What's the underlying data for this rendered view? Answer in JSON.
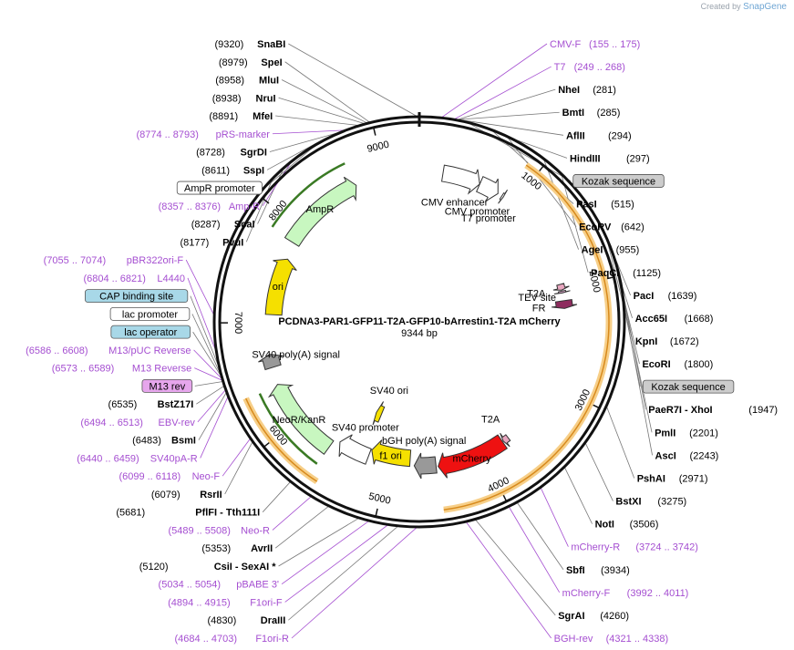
{
  "brand": {
    "prefix": "Created by",
    "name": "SnapGene"
  },
  "plasmid": {
    "name": "PCDNA3-PAR1-GFP11-T2A-GFP10-bArrestin1-T2A mCherry",
    "length": "9344 bp",
    "total_bp": 9344
  },
  "ticks": [
    {
      "label": "1000",
      "bp": 1000
    },
    {
      "label": "2000",
      "bp": 2000
    },
    {
      "label": "3000",
      "bp": 3000
    },
    {
      "label": "4000",
      "bp": 4000
    },
    {
      "label": "5000",
      "bp": 5000
    },
    {
      "label": "6000",
      "bp": 6000
    },
    {
      "label": "7000",
      "bp": 7000
    },
    {
      "label": "8000",
      "bp": 8000
    },
    {
      "label": "9000",
      "bp": 9000
    }
  ],
  "features": [
    {
      "label": "CMV enhancer",
      "start": 235,
      "end": 614,
      "color": "#ffffff"
    },
    {
      "label": "CMV promoter",
      "start": 615,
      "end": 818,
      "color": "#ffffff"
    },
    {
      "label": "T7 promoter",
      "start": 863,
      "end": 881,
      "color": "#ffffff"
    },
    {
      "label": "T2A",
      "start": 1950,
      "end": 2010,
      "color": "#e8a6bf"
    },
    {
      "label": "TEV site",
      "start": 2020,
      "end": 2040,
      "color": "#cfa0c0"
    },
    {
      "label": "FR",
      "start": 2120,
      "end": 2200,
      "color": "#8e2c5e"
    },
    {
      "label": "T2A",
      "start": 3700,
      "end": 3760,
      "color": "#e8a6bf"
    },
    {
      "label": "mCherry",
      "start": 3770,
      "end": 4480,
      "color": "#ee1111"
    },
    {
      "label": "bGH poly(A) signal",
      "start": 4500,
      "end": 4725,
      "color": "#999999"
    },
    {
      "label": "f1 ori",
      "start": 4771,
      "end": 5200,
      "color": "#f5e000"
    },
    {
      "label": "SV40 promoter",
      "start": 5210,
      "end": 5540,
      "color": "#ffffff"
    },
    {
      "label": "NeoR/KanR",
      "start": 5600,
      "end": 6390,
      "color": "#c8f7c0"
    },
    {
      "label": "SV40 poly(A) signal",
      "start": 6560,
      "end": 6690,
      "color": "#999999"
    },
    {
      "label": "ori",
      "start": 7080,
      "end": 7668,
      "color": "#f5e000"
    },
    {
      "label": "AmpR",
      "start": 7840,
      "end": 8700,
      "color": "#c8f7c0"
    },
    {
      "label": "SV40 ori",
      "start": 5250,
      "end": 5330,
      "color": "#f5e000"
    }
  ],
  "sites": [
    {
      "name": "SnaBI",
      "pos": "(9320)",
      "bp": 9320
    },
    {
      "name": "SpeI",
      "pos": "(8979)",
      "bp": 8979
    },
    {
      "name": "MluI",
      "pos": "(8958)",
      "bp": 8958
    },
    {
      "name": "NruI",
      "pos": "(8938)",
      "bp": 8938
    },
    {
      "name": "MfeI",
      "pos": "(8891)",
      "bp": 8891
    },
    {
      "name": "SgrDI",
      "pos": "(8728)",
      "bp": 8728
    },
    {
      "name": "SspI",
      "pos": "(8611)",
      "bp": 8611
    },
    {
      "name": "ScaI",
      "pos": "(8287)",
      "bp": 8287
    },
    {
      "name": "PvuI",
      "pos": "(8177)",
      "bp": 8177
    },
    {
      "name": "NheI",
      "pos": "(281)",
      "bp": 281
    },
    {
      "name": "BmtI",
      "pos": "(285)",
      "bp": 285
    },
    {
      "name": "AflII",
      "pos": "(294)",
      "bp": 294
    },
    {
      "name": "HindIII",
      "pos": "(297)",
      "bp": 297
    },
    {
      "name": "PasI",
      "pos": "(515)",
      "bp": 515
    },
    {
      "name": "EcoRV",
      "pos": "(642)",
      "bp": 642
    },
    {
      "name": "AgeI",
      "pos": "(955)",
      "bp": 955
    },
    {
      "name": "PaqCI",
      "pos": "(1125)",
      "bp": 1125
    },
    {
      "name": "PacI",
      "pos": "(1639)",
      "bp": 1639
    },
    {
      "name": "Acc65I",
      "pos": "(1668)",
      "bp": 1668
    },
    {
      "name": "KpnI",
      "pos": "(1672)",
      "bp": 1672
    },
    {
      "name": "EcoRI",
      "pos": "(1800)",
      "bp": 1800
    },
    {
      "name": "PaeR7I - XhoI",
      "pos": "(1947)",
      "bp": 1947
    },
    {
      "name": "PmlI",
      "pos": "(2201)",
      "bp": 2201
    },
    {
      "name": "AscI",
      "pos": "(2243)",
      "bp": 2243
    },
    {
      "name": "PshAI",
      "pos": "(2971)",
      "bp": 2971
    },
    {
      "name": "BstXI",
      "pos": "(3275)",
      "bp": 3275
    },
    {
      "name": "NotI",
      "pos": "(3506)",
      "bp": 3506
    },
    {
      "name": "SbfI",
      "pos": "(3934)",
      "bp": 3934
    },
    {
      "name": "SgrAI",
      "pos": "(4260)",
      "bp": 4260
    },
    {
      "name": "DraIII",
      "pos": "(4830)",
      "bp": 4830
    },
    {
      "name": "CsiI - SexAI *",
      "pos": "(5120)",
      "bp": 5120
    },
    {
      "name": "AvrII",
      "pos": "(5353)",
      "bp": 5353
    },
    {
      "name": "PflFI - Tth111I",
      "pos": "(5681)",
      "bp": 5681
    },
    {
      "name": "RsrII",
      "pos": "(6079)",
      "bp": 6079
    },
    {
      "name": "BsmI",
      "pos": "(6483)",
      "bp": 6483
    },
    {
      "name": "BstZ17I",
      "pos": "(6535)",
      "bp": 6535
    }
  ],
  "primers": [
    {
      "name": "CMV-F",
      "pos": "(155 .. 175)",
      "bp": 165
    },
    {
      "name": "T7",
      "pos": "(249 .. 268)",
      "bp": 258
    },
    {
      "name": "pRS-marker",
      "pos": "(8774 .. 8793)",
      "bp": 8783
    },
    {
      "name": "Amp-R",
      "pos": "(8357 .. 8376)",
      "bp": 8366
    },
    {
      "name": "pBR322ori-F",
      "pos": "(7055 .. 7074)",
      "bp": 7064
    },
    {
      "name": "L4440",
      "pos": "(6804 .. 6821)",
      "bp": 6812
    },
    {
      "name": "M13/pUC Reverse",
      "pos": "(6586 .. 6608)",
      "bp": 6597
    },
    {
      "name": "M13 Reverse",
      "pos": "(6573 .. 6589)",
      "bp": 6581
    },
    {
      "name": "EBV-rev",
      "pos": "(6494 .. 6513)",
      "bp": 6503
    },
    {
      "name": "SV40pA-R",
      "pos": "(6440 .. 6459)",
      "bp": 6450
    },
    {
      "name": "Neo-F",
      "pos": "(6099 .. 6118)",
      "bp": 6108
    },
    {
      "name": "Neo-R",
      "pos": "(5489 .. 5508)",
      "bp": 5498
    },
    {
      "name": "pBABE 3'",
      "pos": "(5034 .. 5054)",
      "bp": 5044
    },
    {
      "name": "F1ori-F",
      "pos": "(4894 .. 4915)",
      "bp": 4904
    },
    {
      "name": "F1ori-R",
      "pos": "(4684 .. 4703)",
      "bp": 4693
    },
    {
      "name": "BGH-rev",
      "pos": "(4321 .. 4338)",
      "bp": 4329
    },
    {
      "name": "mCherry-F",
      "pos": "(3992 .. 4011)",
      "bp": 4001
    },
    {
      "name": "mCherry-R",
      "pos": "(3724 .. 3742)",
      "bp": 3733
    }
  ],
  "boxed": [
    {
      "label": "Kozak sequence",
      "bp": 330,
      "color": "#cccccc"
    },
    {
      "label": "Kozak sequence",
      "bp": 1815,
      "color": "#cccccc"
    },
    {
      "label": "AmpR promoter",
      "bp": 8600,
      "color": "#ffffff"
    },
    {
      "label": "CAP binding site",
      "bp": 6700,
      "color": "#a8d8e8"
    },
    {
      "label": "lac promoter",
      "bp": 6640,
      "color": "#ffffff"
    },
    {
      "label": "lac operator",
      "bp": 6620,
      "color": "#a8d8e8"
    },
    {
      "label": "M13 rev",
      "bp": 6570,
      "color": "#e6a6ec"
    }
  ]
}
